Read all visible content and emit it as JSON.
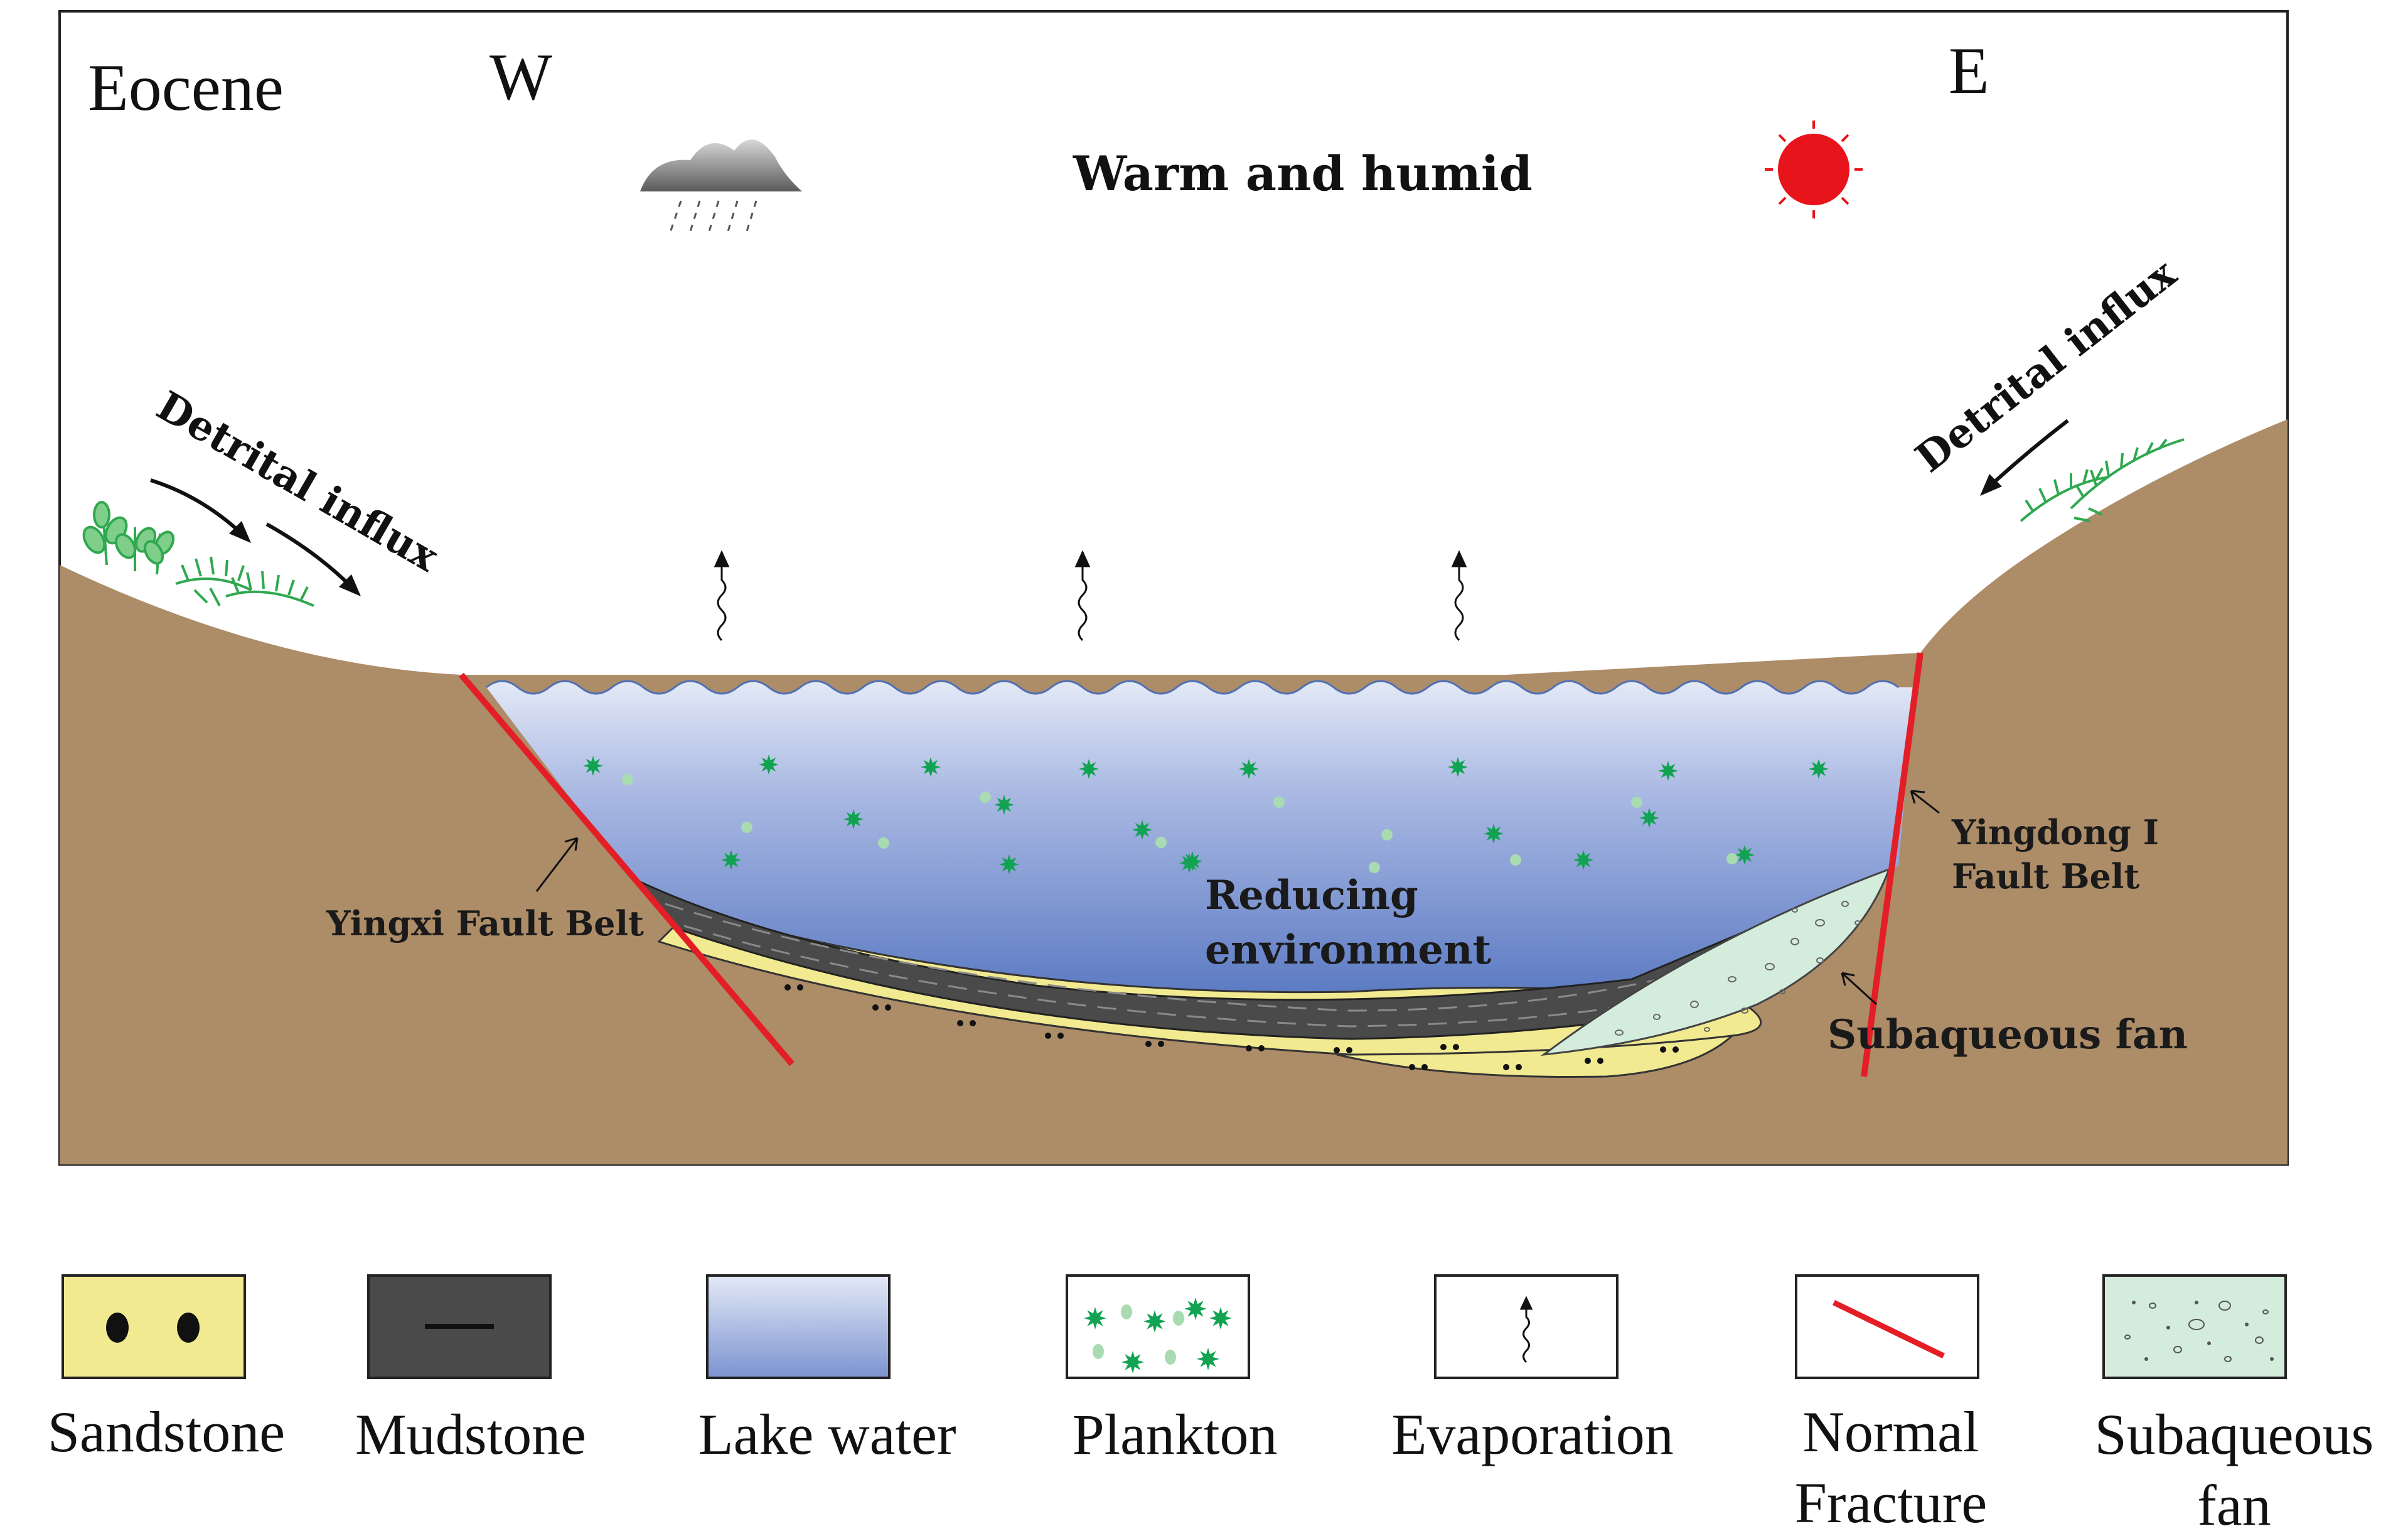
{
  "figure": {
    "period": "Eocene",
    "west": "W",
    "east": "E",
    "climate": "Warm and humid",
    "detrital_left": "Detrital influx",
    "detrital_right": "Detrital influx",
    "reducing_line1": "Reducing",
    "reducing_line2": "environment",
    "yingxi": "Yingxi Fault Belt",
    "yingdong_line1": "Yingdong I",
    "yingdong_line2": "Fault Belt",
    "subaqueous_fan": "Subaqueous fan"
  },
  "legend": {
    "items": [
      {
        "id": "sandstone",
        "lines": [
          "Sandstone"
        ]
      },
      {
        "id": "mudstone",
        "lines": [
          "Mudstone"
        ]
      },
      {
        "id": "lake-water",
        "lines": [
          "Lake water"
        ]
      },
      {
        "id": "plankton",
        "lines": [
          "Plankton"
        ]
      },
      {
        "id": "evaporation",
        "lines": [
          "Evaporation"
        ]
      },
      {
        "id": "normal-fracture",
        "lines": [
          "Normal",
          "Fracture"
        ]
      },
      {
        "id": "subaqueous-fan",
        "lines": [
          "Subaqueous",
          "fan"
        ]
      }
    ]
  },
  "colors": {
    "ground": "#ad8c68",
    "sandstone": "#f2ea91",
    "mudstone": "#4a4a4a",
    "lake_top": "#dfe6f5",
    "lake_bottom": "#5e7cc4",
    "plankton_star": "#11a351",
    "plankton_dot": "#a8dbb1",
    "fault": "#e41e26",
    "fan": "#d4ecdc",
    "sun": "#e8141c",
    "cloud": "#8a8a8a",
    "plant": "#2fa84f"
  },
  "icons": [
    "rain-cloud-icon",
    "sun-icon",
    "plant-icon",
    "fern-icon",
    "evaporation-arrow-icon",
    "detrital-arrow-icon"
  ]
}
